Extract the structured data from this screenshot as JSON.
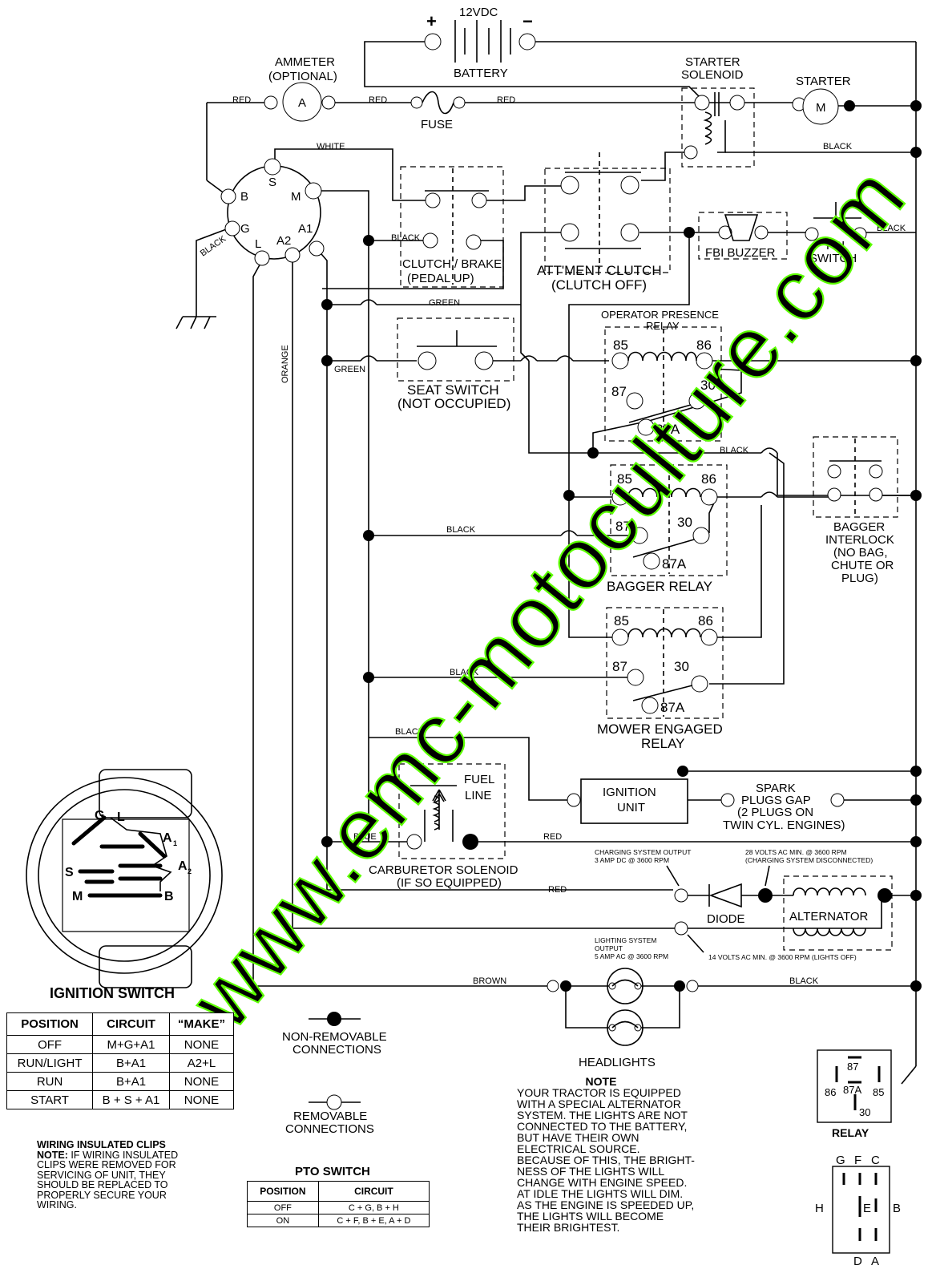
{
  "labels": {
    "battery_voltage": "12VDC",
    "battery": "BATTERY",
    "ammeter_1": "AMMETER",
    "ammeter_2": "(OPTIONAL)",
    "ammeter_symbol": "A",
    "fuse": "FUSE",
    "starter_solenoid_1": "STARTER",
    "starter_solenoid_2": "SOLENOID",
    "starter": "STARTER",
    "starter_symbol": "M",
    "clutch_brake_1": "CLUTCH / BRAKE",
    "clutch_brake_2": "(PEDAL UP)",
    "att_clutch_1": "ATT'MENT CLUTCH",
    "att_clutch_2": "(CLUTCH OFF)",
    "fbi_buzzer": "FBI BUZZER",
    "fbi_switch_1": "FBI",
    "fbi_switch_2": "SWITCH",
    "seat_switch_1": "SEAT SWITCH",
    "seat_switch_2": "(NOT OCCUPIED)",
    "opr_relay_1": "OPERATOR PRESENCE",
    "opr_relay_2": "RELAY",
    "bagger_relay": "BAGGER RELAY",
    "bagger_interlock": [
      "BAGGER",
      "INTERLOCK",
      "(NO BAG,",
      "CHUTE OR",
      "PLUG)"
    ],
    "mower_relay_1": "MOWER ENGAGED",
    "mower_relay_2": "RELAY",
    "fuel_line_1": "FUEL",
    "fuel_line_2": "LINE",
    "ignition_unit_1": "IGNITION",
    "ignition_unit_2": "UNIT",
    "spark_plugs": [
      "SPARK",
      "PLUGS GAP",
      "(2 PLUGS ON",
      "TWIN CYL. ENGINES)"
    ],
    "carb_solenoid_1": "CARBURETOR SOLENOID",
    "carb_solenoid_2": "(IF SO EQUIPPED)",
    "charging_output_1": "CHARGING SYSTEM OUTPUT",
    "charging_output_2": "3 AMP DC @ 3600 RPM",
    "volts28_1": "28 VOLTS AC MIN. @ 3600 RPM",
    "volts28_2": "(CHARGING SYSTEM DISCONNECTED)",
    "diode": "DIODE",
    "alternator": "ALTERNATOR",
    "lighting_output": [
      "LIGHTING SYSTEM",
      "OUTPUT",
      "5 AMP AC @ 3600 RPM"
    ],
    "volts14": "14 VOLTS AC MIN. @ 3600 RPM (LIGHTS OFF)",
    "headlights": "HEADLIGHTS",
    "non_removable": [
      "NON-REMOVABLE",
      "CONNECTIONS"
    ],
    "removable": [
      "REMOVABLE",
      "CONNECTIONS"
    ],
    "relay": "RELAY",
    "ignition_switch": "IGNITION SWITCH",
    "pto_switch": "PTO SWITCH"
  },
  "terminals": {
    "ign_switch": [
      "B",
      "S",
      "M",
      "G",
      "A1",
      "L",
      "A2"
    ],
    "relay": [
      "85",
      "86",
      "87",
      "30",
      "87A"
    ],
    "relay_diagram": [
      "87",
      "87A",
      "86",
      "85",
      "30"
    ],
    "pto": [
      "G",
      "F",
      "C",
      "H",
      "E",
      "B",
      "D",
      "A"
    ],
    "plug_face": [
      "G",
      "L",
      "A",
      "1",
      "S",
      "A",
      "2",
      "M",
      "B"
    ]
  },
  "wires": {
    "red": "RED",
    "white": "WHITE",
    "black": "BLACK",
    "green": "GREEN",
    "orange": "ORANGE",
    "blue": "BLUE",
    "brown": "BROWN"
  },
  "ignition_table": {
    "headers": [
      "POSITION",
      "CIRCUIT",
      "“MAKE”"
    ],
    "rows": [
      [
        "OFF",
        "M+G+A1",
        "NONE"
      ],
      [
        "RUN/LIGHT",
        "B+A1",
        "A2+L"
      ],
      [
        "RUN",
        "B+A1",
        "NONE"
      ],
      [
        "START",
        "B + S + A1",
        "NONE"
      ]
    ]
  },
  "pto_table": {
    "headers": [
      "POSITION",
      "CIRCUIT"
    ],
    "rows": [
      [
        "OFF",
        "C + G, B + H"
      ],
      [
        "ON",
        "C + F, B + E, A + D"
      ]
    ]
  },
  "clips_note": {
    "title": "WIRING INSULATED CLIPS",
    "prefix": "NOTE:",
    "lines": [
      " IF WIRING INSULATED",
      "CLIPS WERE REMOVED FOR",
      "SERVICING OF UNIT, THEY",
      "SHOULD BE REPLACED TO",
      "PROPERLY SECURE YOUR",
      "WIRING."
    ]
  },
  "light_note": {
    "title": "NOTE",
    "lines": [
      "YOUR TRACTOR IS EQUIPPED",
      "WITH A SPECIAL ALTERNATOR",
      "SYSTEM.  THE LIGHTS ARE NOT",
      "CONNECTED TO  THE BATTERY,",
      "BUT HAVE THEIR OWN",
      "ELECTRICAL SOURCE.",
      "BECAUSE OF THIS, THE BRIGHT-",
      "NESS OF THE LIGHTS WILL",
      "CHANGE WITH ENGINE SPEED.",
      "AT IDLE THE LIGHTS WILL DIM.",
      "AS THE ENGINE IS SPEEDED UP,",
      "THE LIGHTS WILL BECOME",
      "THEIR BRIGHTEST."
    ]
  },
  "watermark": "www.emc-motoculture.com",
  "colors": {
    "watermark": "#5cff00",
    "ink": "#000000"
  }
}
